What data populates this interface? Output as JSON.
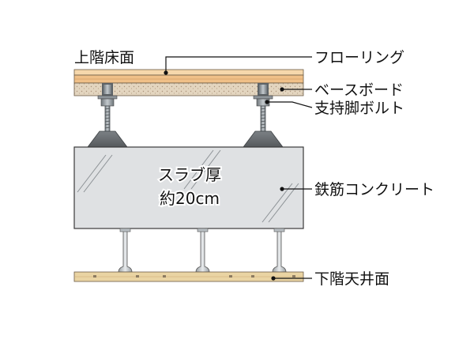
{
  "labels": {
    "upper_floor": "上階床面",
    "flooring": "フローリング",
    "base_board": "ベースボード",
    "support_bolt": "支持脚ボルト",
    "slab_title": "スラブ厚",
    "slab_thickness": "約20cm",
    "concrete": "鉄筋コンクリート",
    "lower_ceiling": "下階天井面"
  },
  "colors": {
    "flooring_wood": "#f0c088",
    "flooring_top": "#f6d8ac",
    "base_board": "#e3d5bf",
    "slab_fill": "#dfe1e3",
    "slab_edge": "#3a3a3a",
    "bolt": "#9aa1a6",
    "ceiling_board": "#ead4a3",
    "leader_line": "#111111"
  }
}
